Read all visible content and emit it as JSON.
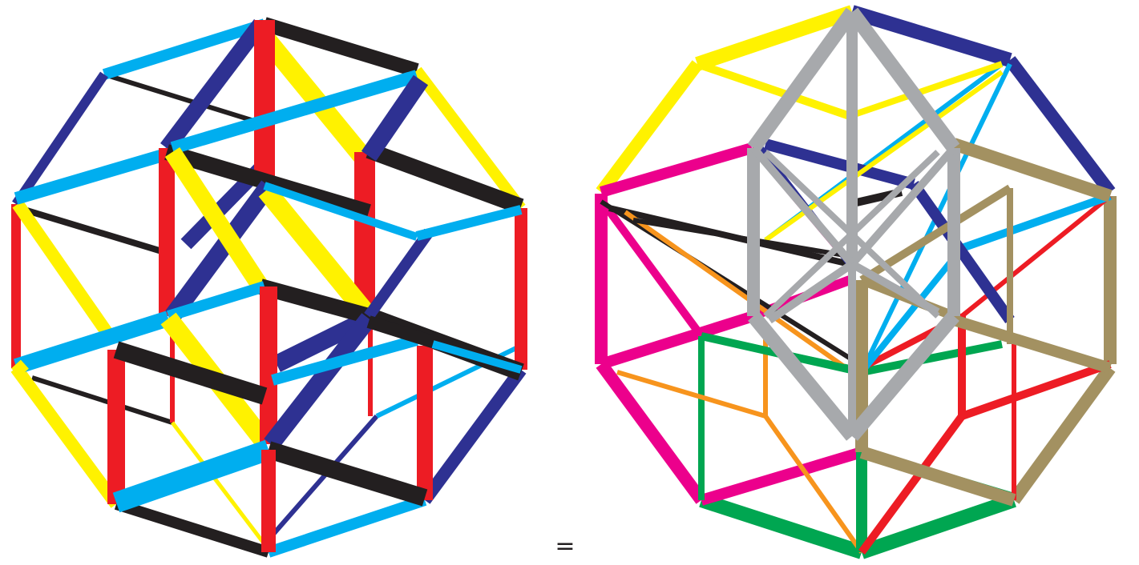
{
  "equals_sign": "=",
  "colors": {
    "red": "#ed1c24",
    "yellow": "#fff200",
    "navy": "#2e3192",
    "black": "#231f20",
    "cyan": "#00aeef",
    "magenta": "#ec008c",
    "green": "#00a651",
    "orange": "#f7941d",
    "khaki": "#a39161",
    "gray": "#a7a9ac"
  },
  "figures": [
    {
      "name": "colored-edge-projection",
      "color_groups": [
        "red",
        "yellow",
        "navy",
        "black",
        "cyan"
      ]
    },
    {
      "name": "colored-cell-decomposition",
      "color_groups": [
        "yellow",
        "navy",
        "cyan",
        "black",
        "red",
        "magenta",
        "orange",
        "green",
        "khaki",
        "gray"
      ]
    }
  ]
}
